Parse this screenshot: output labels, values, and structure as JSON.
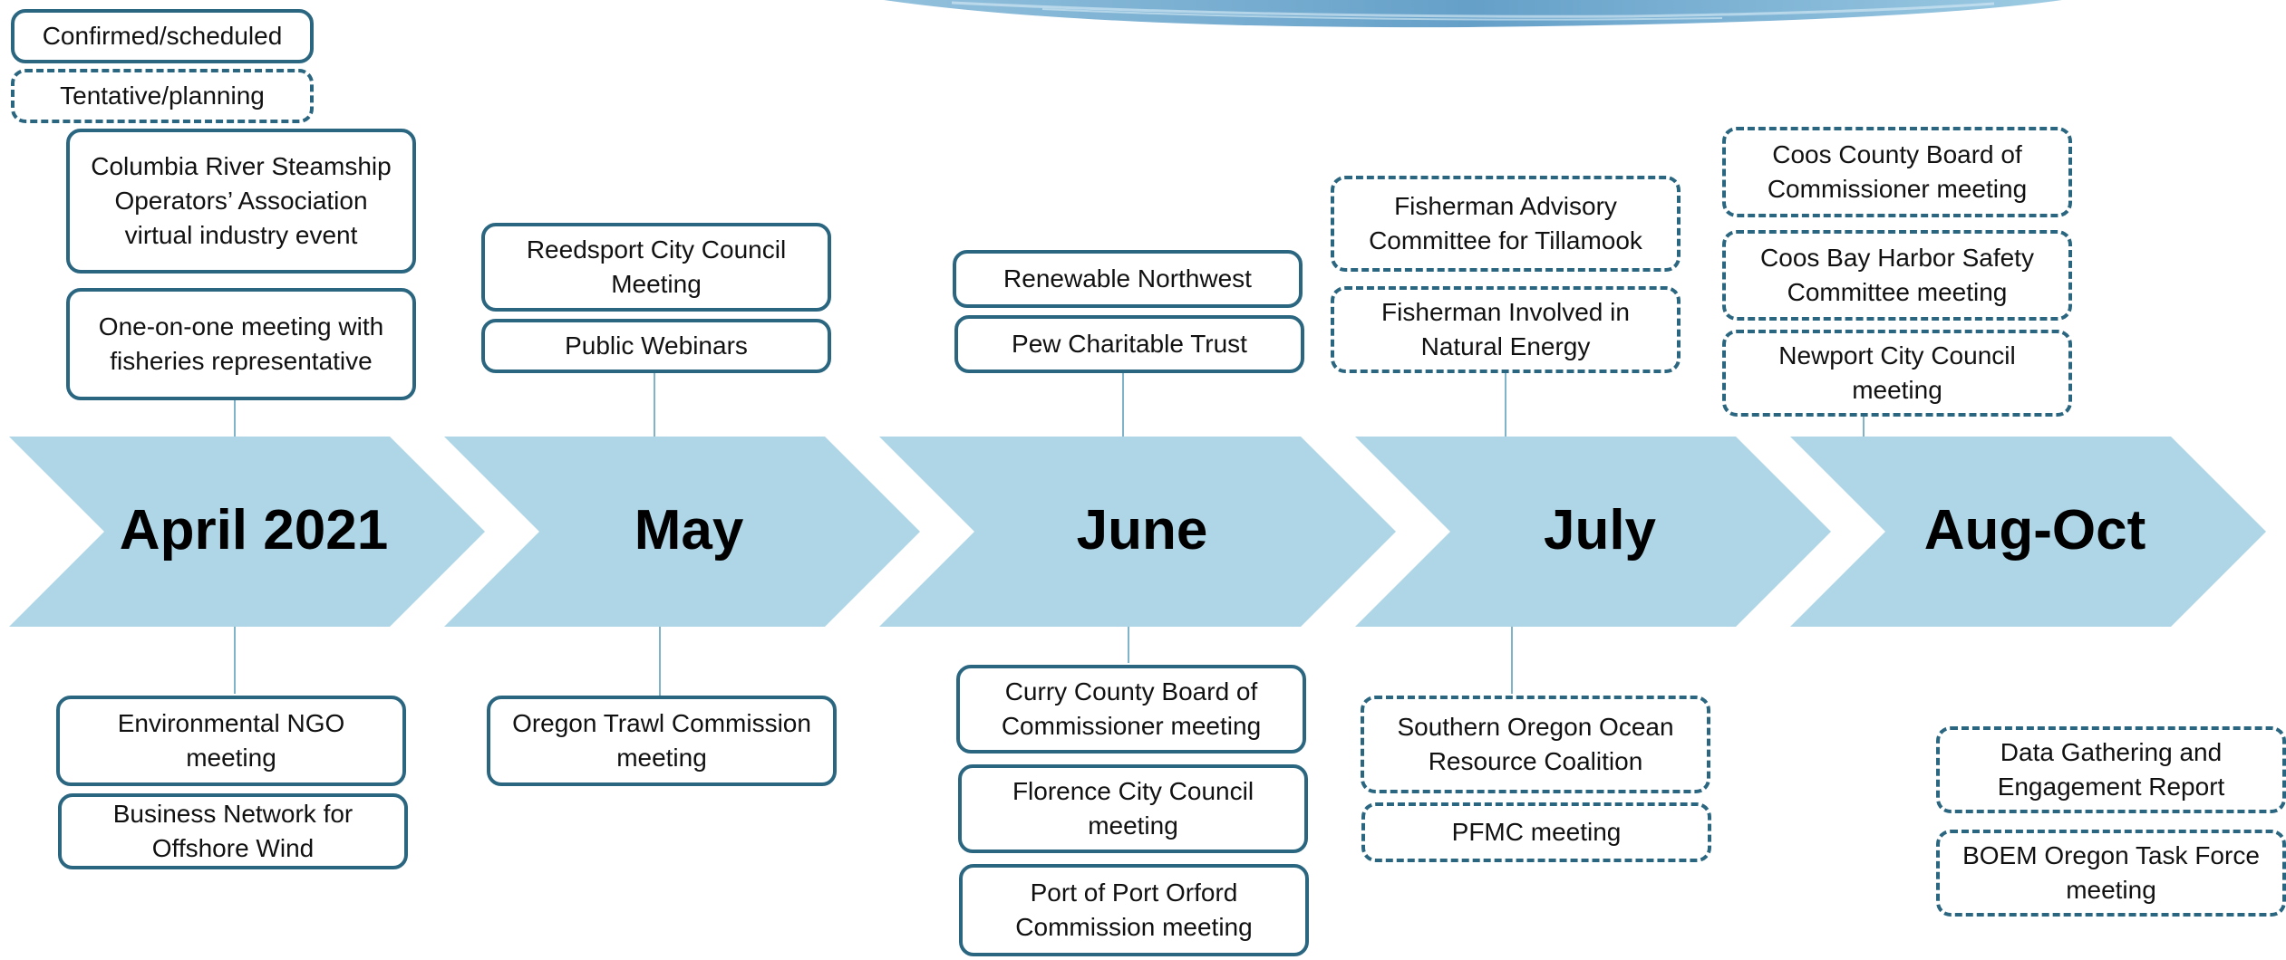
{
  "colors": {
    "arrow_fill": "#aed6e6",
    "box_border": "#2b6681",
    "connector": "#7fb3c9",
    "text": "#111111"
  },
  "legend": {
    "confirmed": "Confirmed/scheduled",
    "tentative": "Tentative/planning"
  },
  "months": [
    "April 2021",
    "May",
    "June",
    "July",
    "Aug-Oct"
  ],
  "events": {
    "april_top_1": "Columbia River Steamship Operators’ Association virtual industry event",
    "april_top_2": "One-on-one meeting with fisheries representative",
    "april_bottom_1": "Environmental NGO meeting",
    "april_bottom_2": "Business Network for Offshore Wind",
    "may_top_1": "Reedsport City Council Meeting",
    "may_top_2": "Public Webinars",
    "may_bottom_1": "Oregon Trawl Commission meeting",
    "june_top_1": "Renewable Northwest",
    "june_top_2": "Pew Charitable Trust",
    "june_bottom_1": "Curry County Board of Commissioner meeting",
    "june_bottom_2": "Florence City Council meeting",
    "june_bottom_3": "Port of Port Orford Commission meeting",
    "july_top_1": "Fisherman Advisory Committee for Tillamook",
    "july_top_2": "Fisherman Involved in Natural Energy",
    "july_bottom_1": "Southern Oregon Ocean Resource Coalition",
    "july_bottom_2": "PFMC meeting",
    "aug_top_1": "Coos County Board of Commissioner meeting",
    "aug_top_2": "Coos Bay Harbor Safety Committee meeting",
    "aug_top_3": "Newport City Council meeting",
    "aug_bottom_1": "Data Gathering and Engagement Report",
    "aug_bottom_2": "BOEM Oregon Task Force meeting"
  }
}
